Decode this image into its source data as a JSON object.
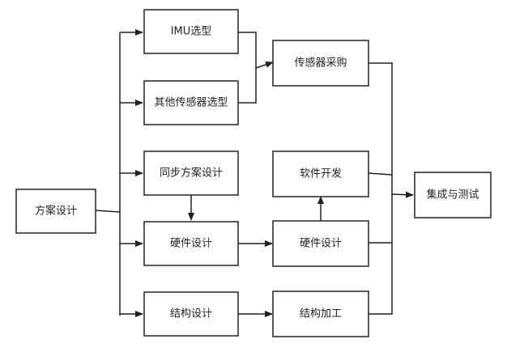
{
  "nodes": {
    "plan_design": "方案设计",
    "imu_selection": "IMU选型",
    "other_sensor_selection": "其他传感器选型",
    "sync_plan_design": "同步方案设计",
    "hardware_design_1": "硬件设计",
    "structure_design": "结构设计",
    "sensor_purchase": "传感器采购",
    "software_dev": "软件开发",
    "hardware_design_2": "硬件设计",
    "structure_processing": "结构加工",
    "integration_test": "集成与测试"
  }
}
